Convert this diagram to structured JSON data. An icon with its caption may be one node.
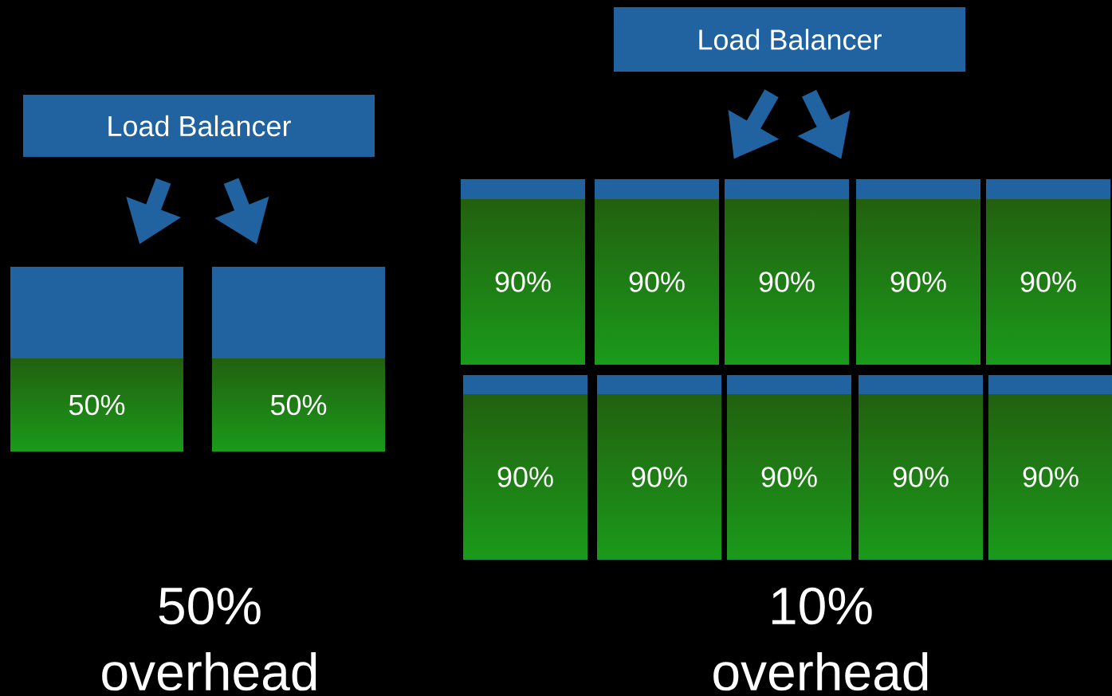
{
  "diagram": {
    "nodes": [
      {
        "text": [
          "Load Balancer"
        ]
      },
      {
        "text": [
          "50%"
        ]
      },
      {
        "text": [
          "50%"
        ]
      },
      {
        "text": [
          "Load Balancer"
        ]
      },
      {
        "text": [
          "90%"
        ]
      },
      {
        "text": [
          "90%"
        ]
      },
      {
        "text": [
          "90%"
        ]
      },
      {
        "text": [
          "90%"
        ]
      },
      {
        "text": [
          "90%"
        ]
      },
      {
        "text": [
          "90%"
        ]
      },
      {
        "text": [
          "90%"
        ]
      },
      {
        "text": [
          "90%"
        ]
      },
      {
        "text": [
          "90%"
        ]
      },
      {
        "text": [
          "90%"
        ]
      }
    ],
    "edges": [
      {
        "from": 0,
        "to": 1,
        "arrow": "to"
      },
      {
        "from": 0,
        "to": 2,
        "arrow": "to"
      },
      {
        "from": 3,
        "to": 6,
        "arrow": "to"
      },
      {
        "from": 3,
        "to": 6,
        "arrow": "to"
      }
    ],
    "labels": [
      "50% overhead",
      "10% overhead"
    ]
  }
}
